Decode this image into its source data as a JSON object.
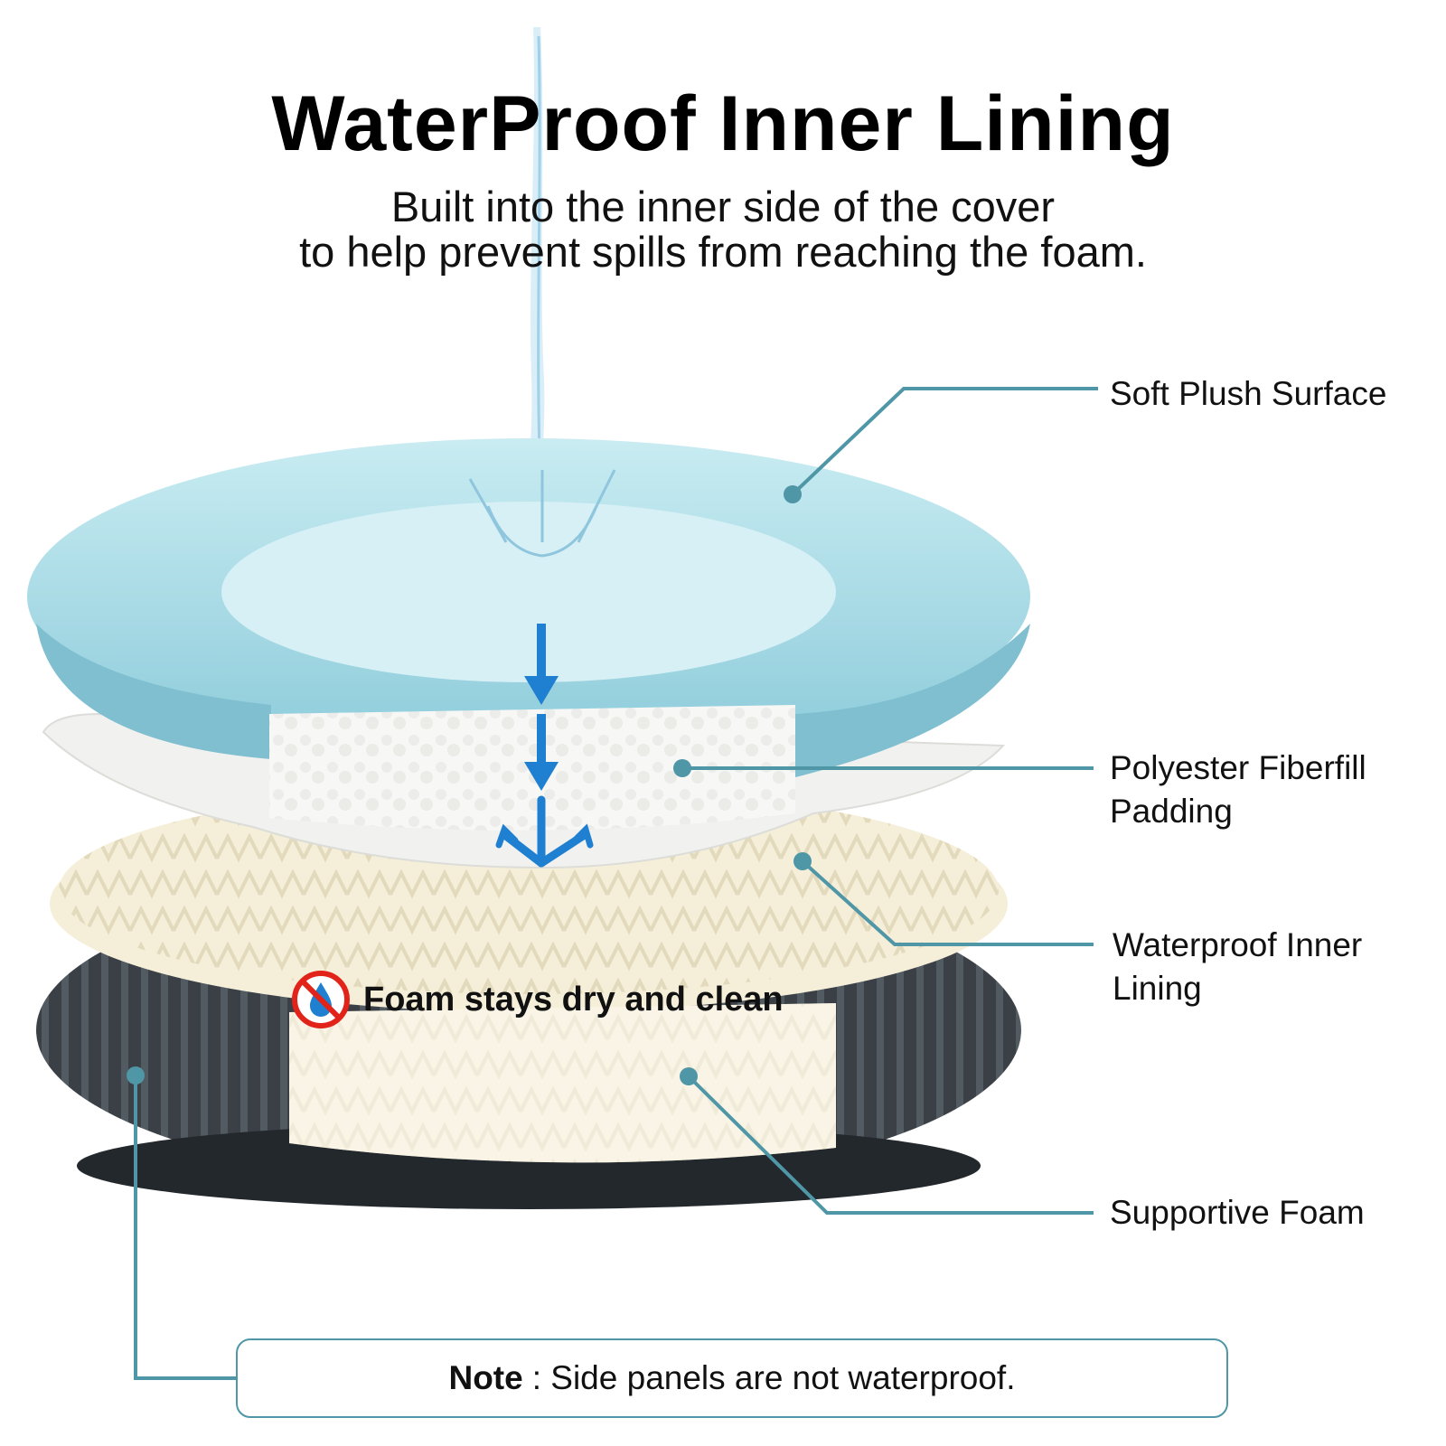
{
  "header": {
    "title": "WaterProof Inner Lining",
    "subtitle_line1": "Built into the inner side of the cover",
    "subtitle_line2": "to help prevent spills from reaching the foam."
  },
  "callouts": {
    "soft_plush": "Soft Plush Surface",
    "fiberfill_line1": "Polyester Fiberfill",
    "fiberfill_line2": "Padding",
    "lining_line1": "Waterproof Inner",
    "lining_line2": "Lining",
    "foam": "Supportive Foam"
  },
  "badge": {
    "text": "Foam stays dry and clean",
    "icon": "no-water-drop-icon"
  },
  "note": {
    "label": "Note",
    "text": "Side panels are not waterproof."
  },
  "colors": {
    "plush": "#a9dbe6",
    "fiberfill": "#f6f6f4",
    "foam": "#f5efd9",
    "base": "#3a4046",
    "leader": "#4f96a6",
    "arrow": "#1f7fd0",
    "no_icon": "#e2231a"
  }
}
